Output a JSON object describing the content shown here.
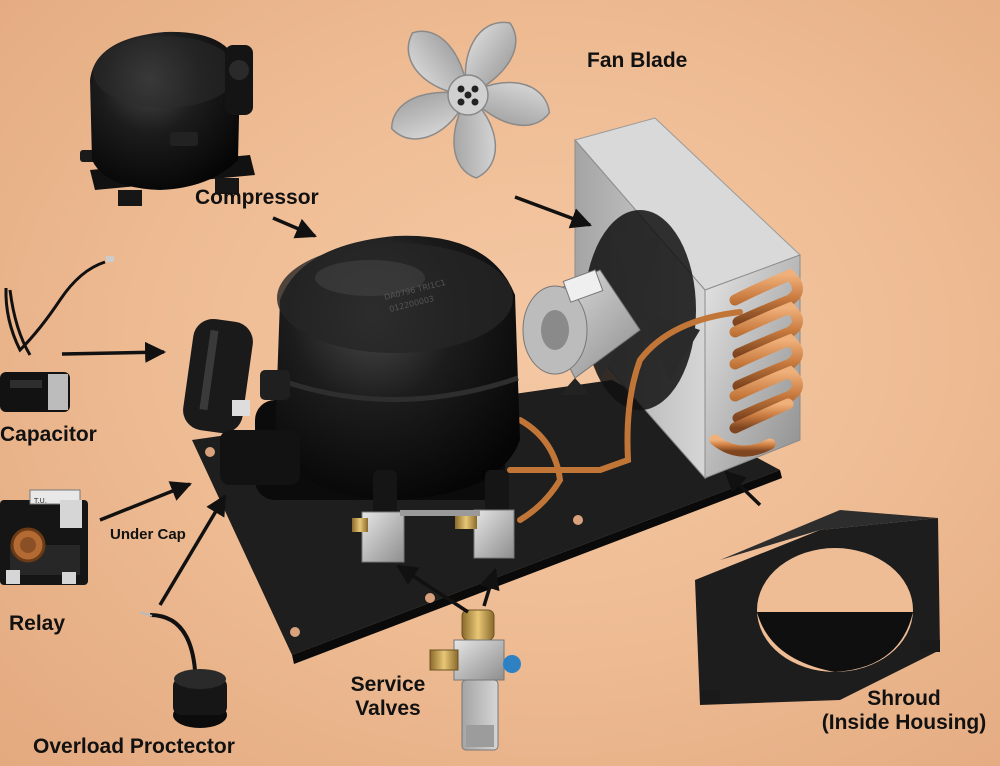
{
  "labels": {
    "fan_blade": "Fan Blade",
    "compressor": "Compressor",
    "capacitor": "Capacitor",
    "under_cap": "Under Cap",
    "relay": "Relay",
    "service_line1": "Service",
    "service_line2": "Valves",
    "shroud_line1": "Shroud",
    "shroud_line2": "(Inside Housing)",
    "overload": "Overload Proctector",
    "compressor_stamp_1": "DA0796 TRI1C1",
    "compressor_stamp_2": "012200003",
    "relay_stamp": "T.U."
  },
  "colors": {
    "background": "#efbd95",
    "metal_dark": "#1a1a1a",
    "aluminum": "#c9c9c9",
    "copper": "#c87a3e",
    "label_text": "#111111"
  }
}
